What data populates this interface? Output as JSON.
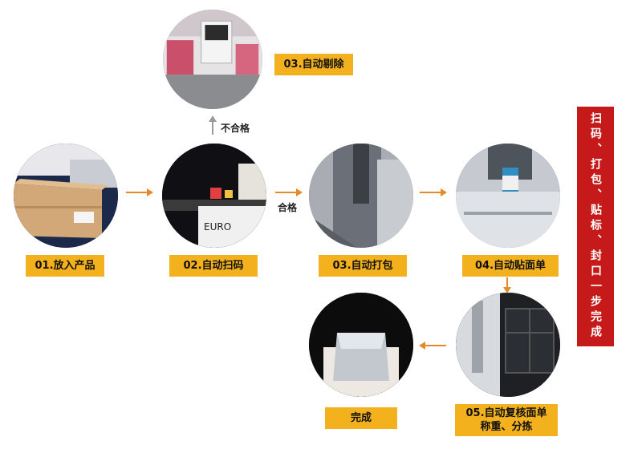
{
  "steps": [
    {
      "label": "01.放入产品"
    },
    {
      "label": "02.自动扫码"
    },
    {
      "label": "03.自动打包"
    },
    {
      "label": "04.自动贴面单"
    },
    {
      "label": "05.自动复核面单",
      "label_line2": "称重、分拣"
    },
    {
      "label": "完成"
    },
    {
      "label": "03.自动剔除"
    }
  ],
  "annotations": {
    "reject": "不合格",
    "pass": "合格"
  },
  "summary": "扫码、打包、贴标、封口一步完成",
  "colors": {
    "label_bg": "#f3b11d",
    "arrow": "#e58a2b",
    "reject_arrow": "#9a9a9a",
    "summary_bg": "#c61a1a"
  }
}
